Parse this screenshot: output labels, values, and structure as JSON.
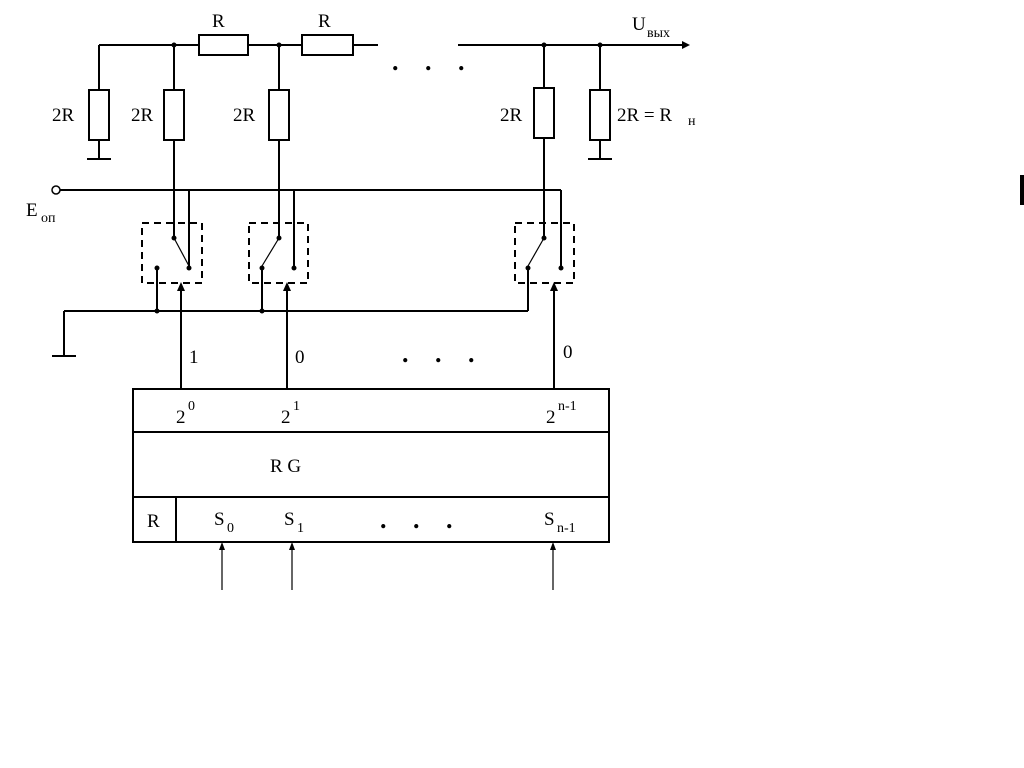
{
  "ladder": {
    "series_resistors": [
      "R",
      "R"
    ],
    "shunt_resistors": [
      "2R",
      "2R",
      "2R",
      "2R"
    ],
    "load_resistor": "2R = R",
    "load_subscript": "н",
    "ellipsis": ". . ."
  },
  "output": {
    "label": "U",
    "subscript": "вых"
  },
  "reference": {
    "label": "E",
    "subscript": "оп"
  },
  "switch_states": [
    "1",
    "0",
    "0"
  ],
  "states_ellipsis": ". . .",
  "register": {
    "title": "R G",
    "reset": "R",
    "outputs": [
      {
        "base": "2",
        "exp": "0"
      },
      {
        "base": "2",
        "exp": "1"
      },
      {
        "base": "2",
        "exp": "n-1"
      }
    ],
    "inputs": [
      {
        "base": "S",
        "sub": "0"
      },
      {
        "base": "S",
        "sub": "1"
      },
      {
        "base": "S",
        "sub": "n-1"
      }
    ],
    "inputs_ellipsis": ". . ."
  }
}
